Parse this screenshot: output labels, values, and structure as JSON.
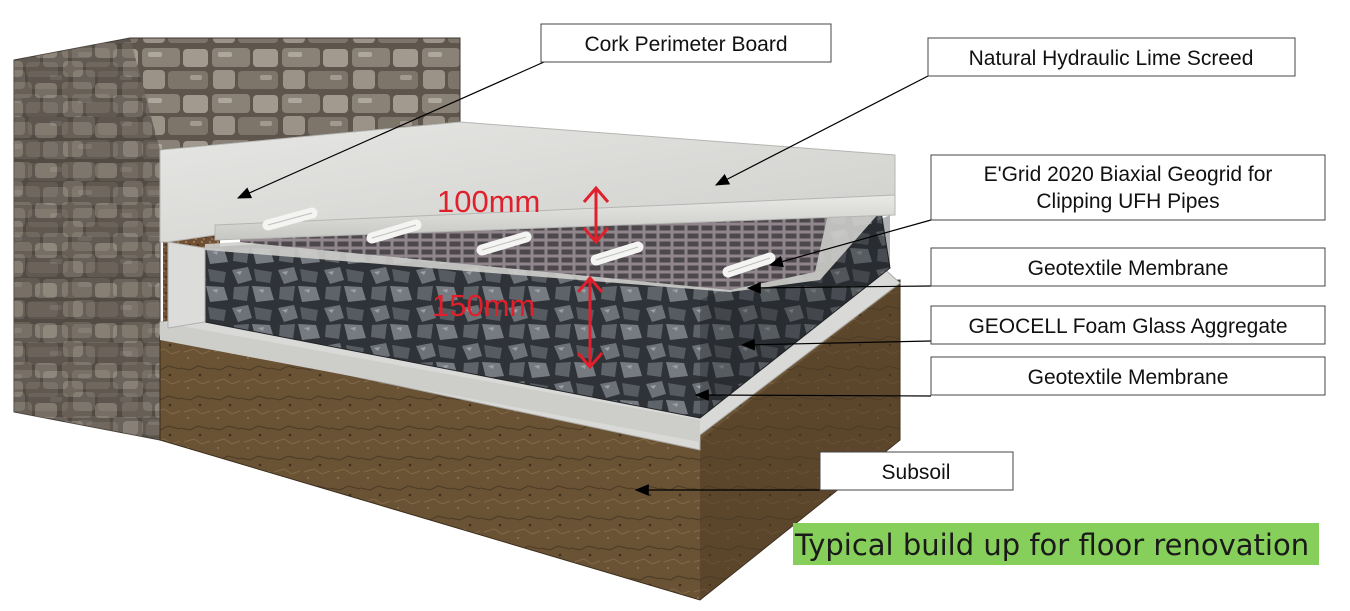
{
  "labels": {
    "cork_perimeter_board": "Cork Perimeter Board",
    "lime_screed": "Natural Hydraulic Lime Screed",
    "geogrid_line1": "E'Grid 2020 Biaxial Geogrid for",
    "geogrid_line2": "Clipping UFH Pipes",
    "geotextile_upper": "Geotextile Membrane",
    "foam_glass": "GEOCELL Foam Glass Aggregate",
    "geotextile_lower": "Geotextile Membrane",
    "subsoil": "Subsoil"
  },
  "dimensions": {
    "screed_depth": "100mm",
    "aggregate_depth": "150mm"
  },
  "caption": "Typical build up for floor renovation",
  "colors": {
    "dimension_red": "#e0202c",
    "caption_background": "#86cf5a",
    "stone_wall": "#6b6258",
    "screed": "#d8d8d6",
    "aggregate": "#54585e",
    "soil": "#6a5234",
    "cork": "#7a5a3a"
  }
}
